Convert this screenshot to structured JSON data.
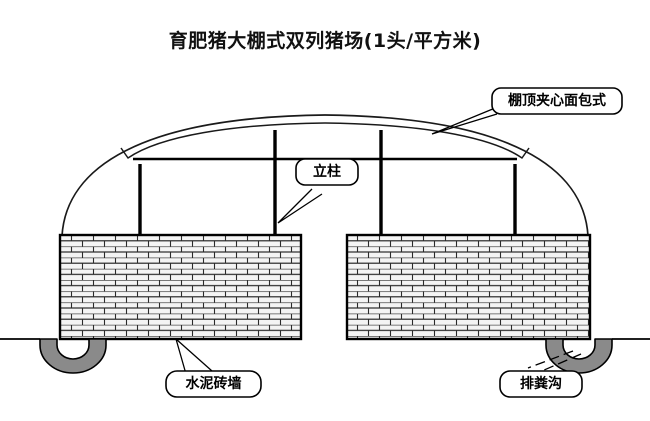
{
  "diagram": {
    "title": "育肥猪大棚式双列猪场(1头/平方米)",
    "type": "cross-section-illustration",
    "background_color": "#ffffff",
    "line_color": "#000000",
    "brick_fill_color": "#f2f2f2",
    "ditch_fill_color": "#808080",
    "labels": {
      "roof": "棚顶夹心面包式",
      "pillar": "立柱",
      "wall": "水泥砖墙",
      "ditch": "排粪沟"
    }
  }
}
